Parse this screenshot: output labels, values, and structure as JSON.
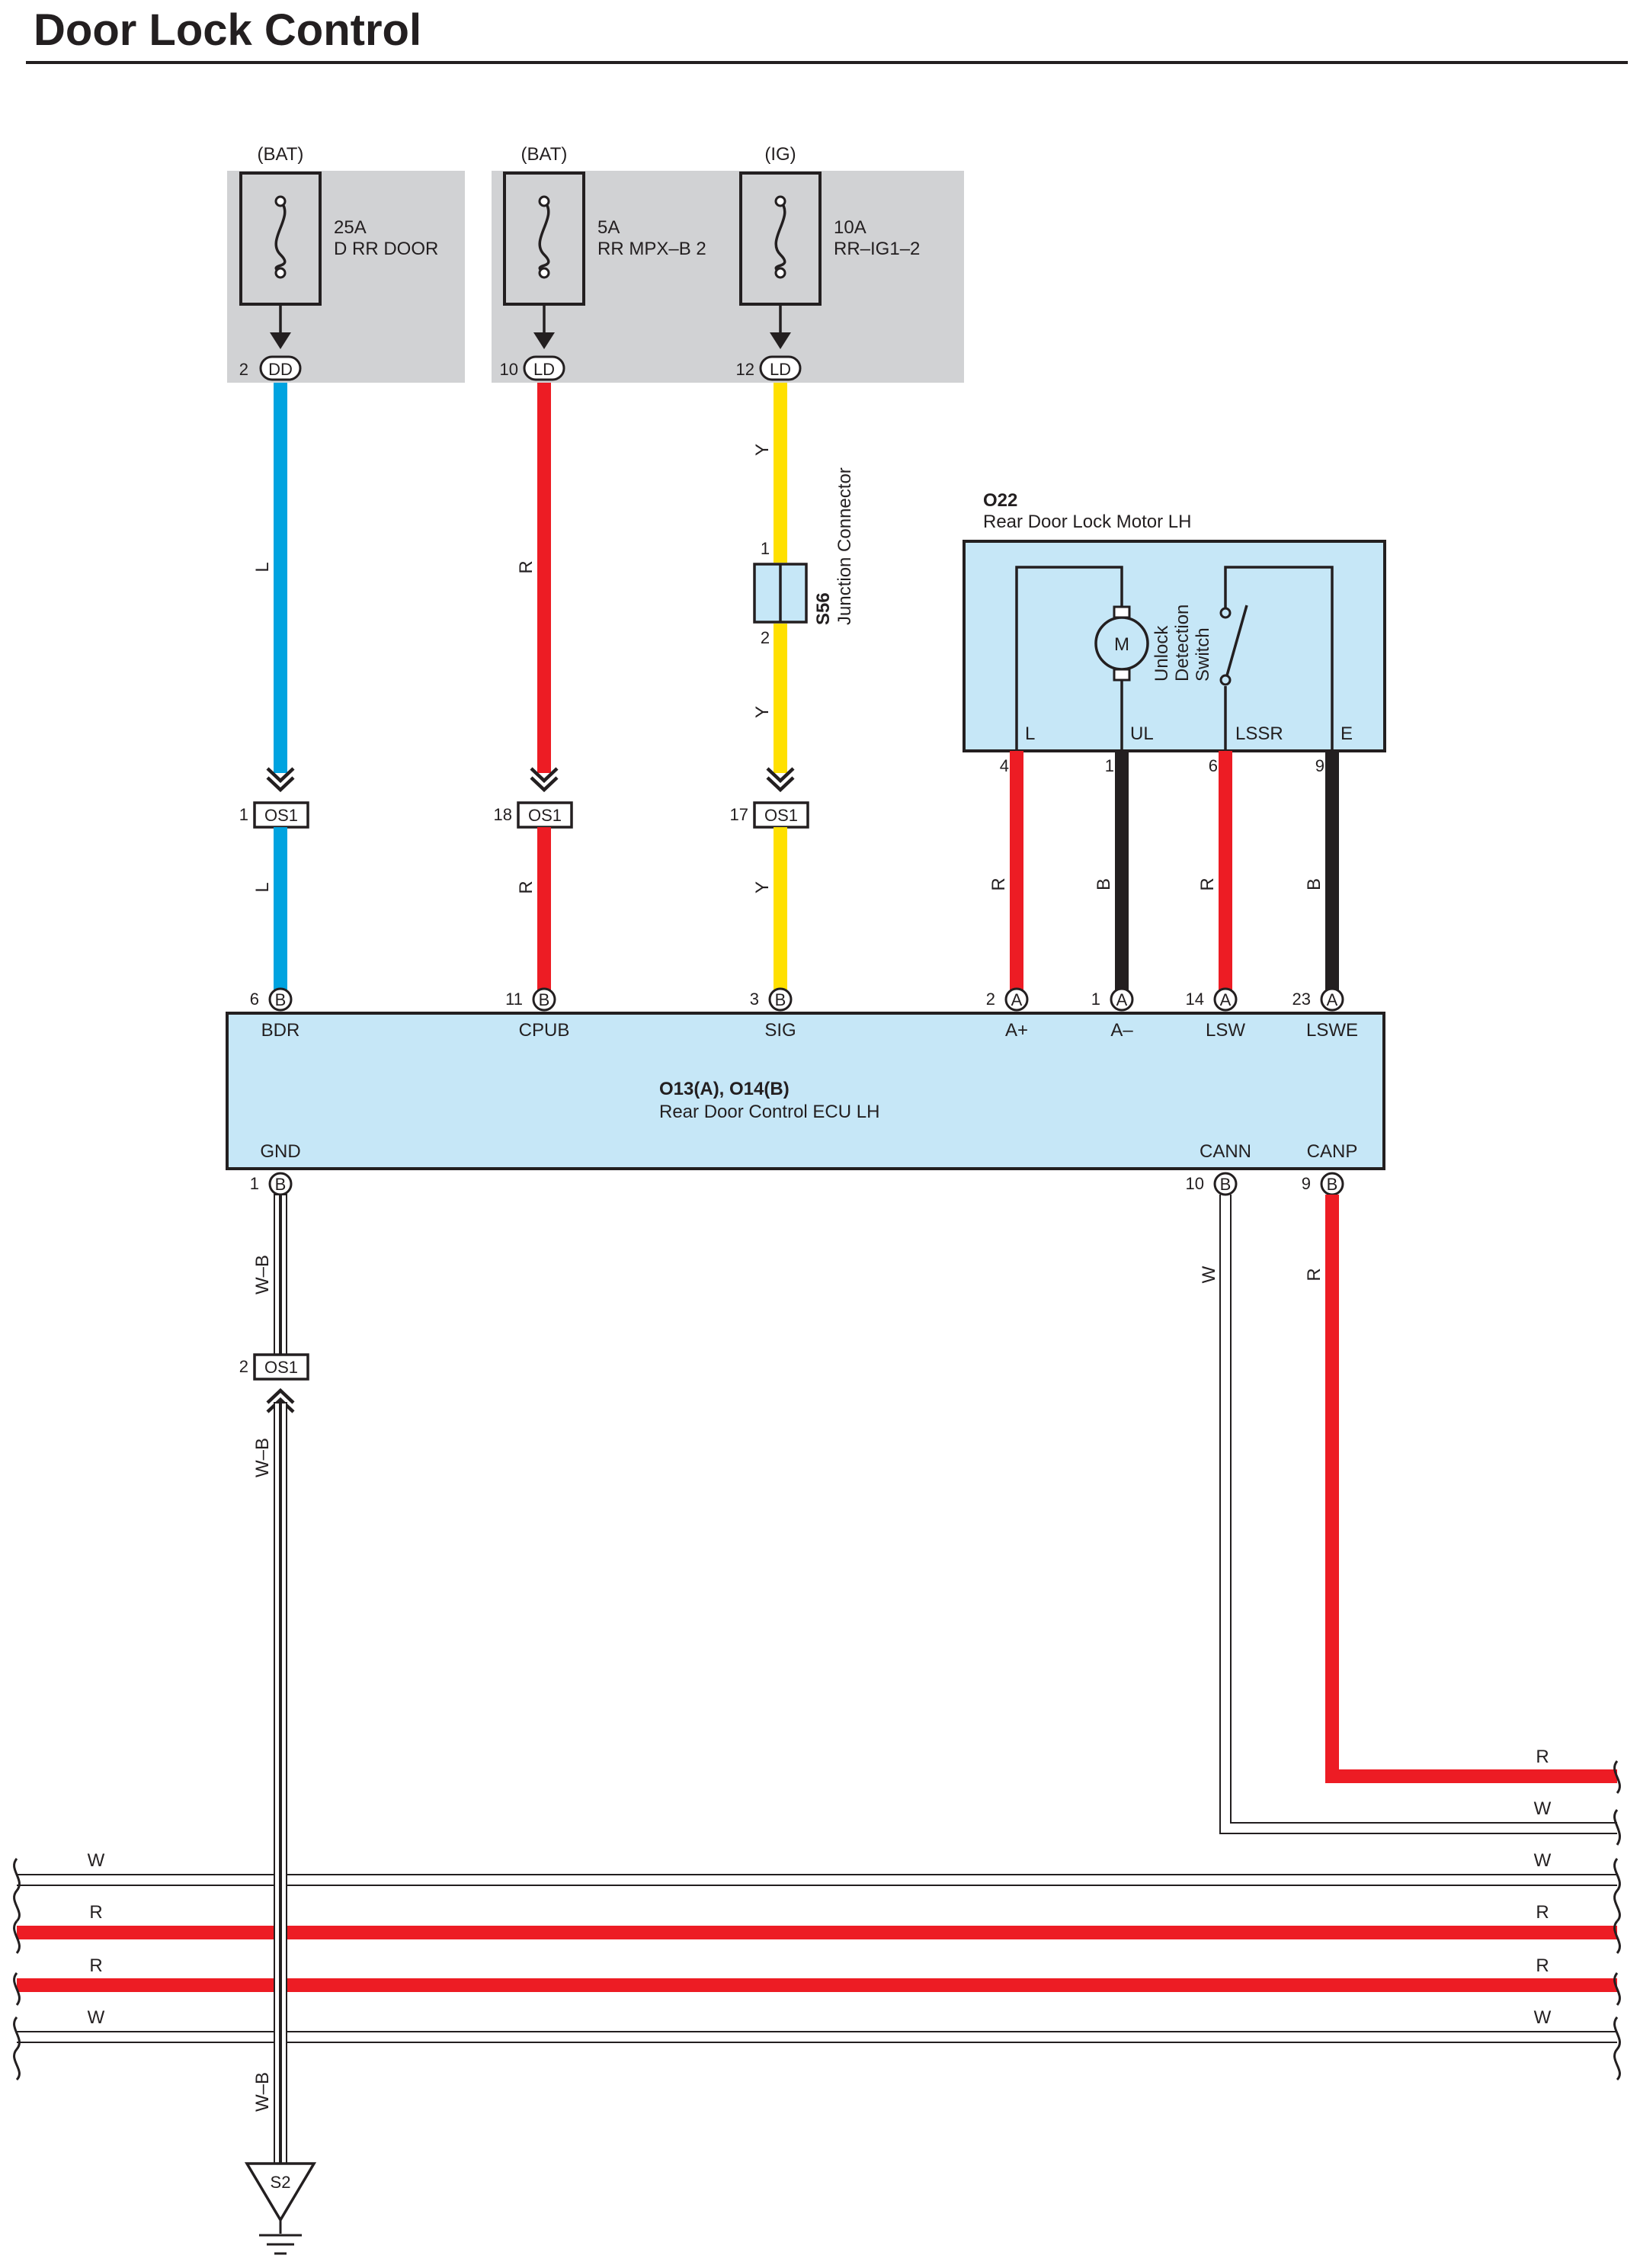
{
  "title": "Door Lock Control",
  "colors": {
    "relay_box": "#d1d2d4",
    "component_fill": "#c6e7f7",
    "wire_L": "#00a3e0",
    "wire_R": "#ed1c24",
    "wire_Y": "#ffe000",
    "wire_B": "#231f20",
    "wire_W": "#ffffff",
    "ink": "#231f20"
  },
  "fuses": [
    {
      "source": "(BAT)",
      "rating": "25A",
      "name": "D RR DOOR",
      "pin": "2",
      "connector": "DD"
    },
    {
      "source": "(BAT)",
      "rating": "5A",
      "name": "RR MPX–B 2",
      "pin": "10",
      "connector": "LD"
    },
    {
      "source": "(IG)",
      "rating": "10A",
      "name": "RR–IG1–2",
      "pin": "12",
      "connector": "LD"
    }
  ],
  "junction": {
    "code": "S56",
    "name": "Junction Connector",
    "pin_top": "1",
    "pin_bottom": "2"
  },
  "motor": {
    "code": "O22",
    "name": "Rear Door Lock Motor LH",
    "motor_symbol": "M",
    "switch_label": [
      "Unlock",
      "Detection",
      "Switch"
    ],
    "terminals": [
      "L",
      "UL",
      "LSSR",
      "E"
    ],
    "pins": [
      "4",
      "1",
      "6",
      "9"
    ]
  },
  "connector_os1": {
    "name": "OS1",
    "pins": [
      "1",
      "18",
      "17",
      "2"
    ]
  },
  "ecu": {
    "title": "O13(A), O14(B)",
    "name": "Rear Door Control ECU LH",
    "top_terminals": [
      {
        "pin": "6",
        "conn": "B",
        "label": "BDR"
      },
      {
        "pin": "11",
        "conn": "B",
        "label": "CPUB"
      },
      {
        "pin": "3",
        "conn": "B",
        "label": "SIG"
      },
      {
        "pin": "2",
        "conn": "A",
        "label": "A+"
      },
      {
        "pin": "1",
        "conn": "A",
        "label": "A–"
      },
      {
        "pin": "14",
        "conn": "A",
        "label": "LSW"
      },
      {
        "pin": "23",
        "conn": "A",
        "label": "LSWE"
      }
    ],
    "bottom_terminals": [
      {
        "pin": "1",
        "conn": "B",
        "label": "GND"
      },
      {
        "pin": "10",
        "conn": "B",
        "label": "CANN"
      },
      {
        "pin": "9",
        "conn": "B",
        "label": "CANP"
      }
    ]
  },
  "wire_colors": {
    "bdr": "L",
    "cpub": "R",
    "sig": "Y",
    "motor": [
      "R",
      "B",
      "R",
      "B"
    ],
    "gnd": "W–B",
    "cann": "W",
    "canp": "R"
  },
  "bus_lines": {
    "right_stubs": [
      "R",
      "W"
    ],
    "full_width": [
      "W",
      "R",
      "R",
      "W"
    ]
  },
  "ground": {
    "code": "S2"
  }
}
